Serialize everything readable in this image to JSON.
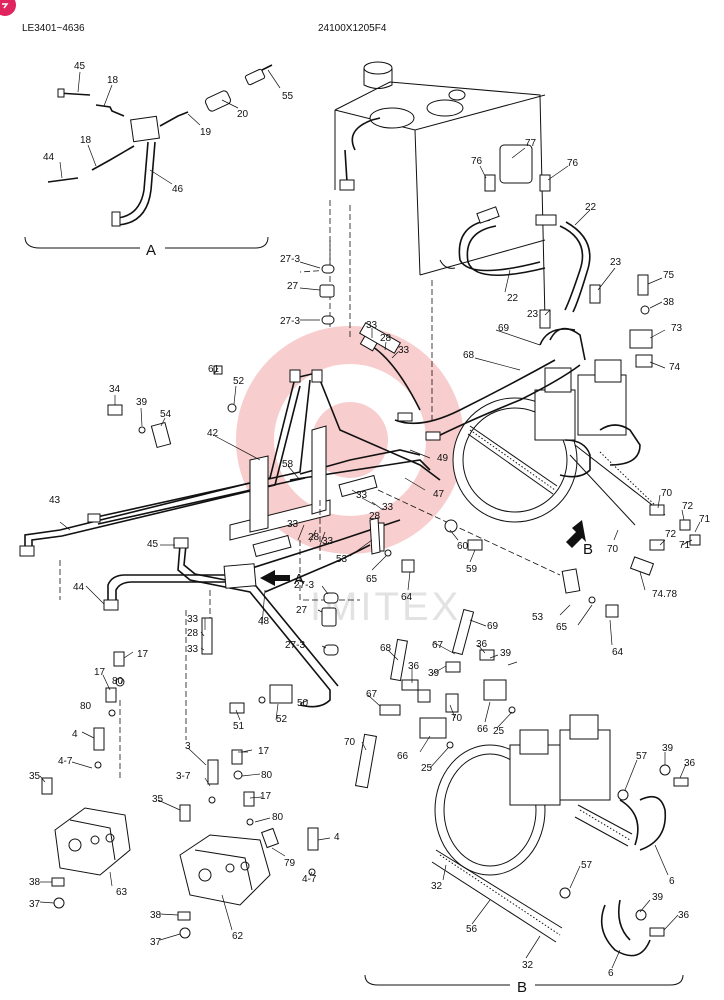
{
  "header": {
    "serial_range": "LE3401~4636",
    "drawing_number": "24100X1205F4"
  },
  "watermark": "IMITEX",
  "sections": [
    {
      "id": "A",
      "label": "A"
    },
    {
      "id": "B",
      "label": "B"
    }
  ],
  "view_arrows": [
    {
      "label": "A"
    },
    {
      "label": "B"
    }
  ],
  "callouts": [
    {
      "id": "c45a",
      "text": "45"
    },
    {
      "id": "c18a",
      "text": "18"
    },
    {
      "id": "c20",
      "text": "20"
    },
    {
      "id": "c55",
      "text": "55"
    },
    {
      "id": "c18b",
      "text": "18"
    },
    {
      "id": "c19",
      "text": "19"
    },
    {
      "id": "c44a",
      "text": "44"
    },
    {
      "id": "c46",
      "text": "46"
    },
    {
      "id": "c77",
      "text": "77"
    },
    {
      "id": "c76a",
      "text": "76"
    },
    {
      "id": "c76b",
      "text": "76"
    },
    {
      "id": "c22a",
      "text": "22"
    },
    {
      "id": "c22b",
      "text": "22"
    },
    {
      "id": "c23a",
      "text": "23"
    },
    {
      "id": "c23b",
      "text": "23"
    },
    {
      "id": "c75",
      "text": "75"
    },
    {
      "id": "c38a",
      "text": "38"
    },
    {
      "id": "c73",
      "text": "73"
    },
    {
      "id": "c74",
      "text": "74"
    },
    {
      "id": "c27-3a",
      "text": "27-3"
    },
    {
      "id": "c27a",
      "text": "27"
    },
    {
      "id": "c27-3b",
      "text": "27-3"
    },
    {
      "id": "c33a",
      "text": "33"
    },
    {
      "id": "c28a",
      "text": "28"
    },
    {
      "id": "c33b",
      "text": "33"
    },
    {
      "id": "c69a",
      "text": "69"
    },
    {
      "id": "c68a",
      "text": "68"
    },
    {
      "id": "c61",
      "text": "61"
    },
    {
      "id": "c52a",
      "text": "52"
    },
    {
      "id": "c34",
      "text": "34"
    },
    {
      "id": "c39a",
      "text": "39"
    },
    {
      "id": "c54",
      "text": "54"
    },
    {
      "id": "c42",
      "text": "42"
    },
    {
      "id": "c49",
      "text": "49"
    },
    {
      "id": "c58",
      "text": "58"
    },
    {
      "id": "c47",
      "text": "47"
    },
    {
      "id": "c33c",
      "text": "33"
    },
    {
      "id": "c28b",
      "text": "28"
    },
    {
      "id": "c33d",
      "text": "33"
    },
    {
      "id": "c70a",
      "text": "70"
    },
    {
      "id": "c72a",
      "text": "72"
    },
    {
      "id": "c71a",
      "text": "71"
    },
    {
      "id": "c72b",
      "text": "72"
    },
    {
      "id": "c71b",
      "text": "71"
    },
    {
      "id": "c70b",
      "text": "70"
    },
    {
      "id": "c43",
      "text": "43"
    },
    {
      "id": "c33e",
      "text": "33"
    },
    {
      "id": "c28c",
      "text": "28"
    },
    {
      "id": "c33f",
      "text": "33"
    },
    {
      "id": "c60",
      "text": "60"
    },
    {
      "id": "c45b",
      "text": "45"
    },
    {
      "id": "c53a",
      "text": "53"
    },
    {
      "id": "c65a",
      "text": "65"
    },
    {
      "id": "c59",
      "text": "59"
    },
    {
      "id": "c64a",
      "text": "64"
    },
    {
      "id": "c74-78",
      "text": "74.78"
    },
    {
      "id": "c44b",
      "text": "44"
    },
    {
      "id": "c27-3c",
      "text": "27-3"
    },
    {
      "id": "c27b",
      "text": "27"
    },
    {
      "id": "c27-3d",
      "text": "27-3"
    },
    {
      "id": "c53b",
      "text": "53"
    },
    {
      "id": "c65b",
      "text": "65"
    },
    {
      "id": "c64b",
      "text": "64"
    },
    {
      "id": "c33g",
      "text": "33"
    },
    {
      "id": "c28d",
      "text": "28"
    },
    {
      "id": "c33h",
      "text": "33"
    },
    {
      "id": "c48",
      "text": "48"
    },
    {
      "id": "c69b",
      "text": "69"
    },
    {
      "id": "c67a",
      "text": "67"
    },
    {
      "id": "c36a",
      "text": "36"
    },
    {
      "id": "c68b",
      "text": "68"
    },
    {
      "id": "c36b",
      "text": "36"
    },
    {
      "id": "c39b",
      "text": "39"
    },
    {
      "id": "c39c",
      "text": "39"
    },
    {
      "id": "c17a",
      "text": "17"
    },
    {
      "id": "c17b",
      "text": "17"
    },
    {
      "id": "c80a",
      "text": "80"
    },
    {
      "id": "c50",
      "text": "50"
    },
    {
      "id": "c67b",
      "text": "67"
    },
    {
      "id": "c70c",
      "text": "70"
    },
    {
      "id": "c66a",
      "text": "66"
    },
    {
      "id": "c25a",
      "text": "25"
    },
    {
      "id": "c80b",
      "text": "80"
    },
    {
      "id": "c51",
      "text": "51"
    },
    {
      "id": "c52b",
      "text": "52"
    },
    {
      "id": "c4a",
      "text": "4"
    },
    {
      "id": "c70d",
      "text": "70"
    },
    {
      "id": "c66b",
      "text": "66"
    },
    {
      "id": "c25b",
      "text": "25"
    },
    {
      "id": "c4-7a",
      "text": "4-7"
    },
    {
      "id": "c3",
      "text": "3"
    },
    {
      "id": "c17c",
      "text": "17"
    },
    {
      "id": "c35a",
      "text": "35"
    },
    {
      "id": "c3-7",
      "text": "3-7"
    },
    {
      "id": "c80c",
      "text": "80"
    },
    {
      "id": "c17d",
      "text": "17"
    },
    {
      "id": "c57a",
      "text": "57"
    },
    {
      "id": "c39d",
      "text": "39"
    },
    {
      "id": "c36c",
      "text": "36"
    },
    {
      "id": "c35b",
      "text": "35"
    },
    {
      "id": "c80d",
      "text": "80"
    },
    {
      "id": "c4b",
      "text": "4"
    },
    {
      "id": "c79",
      "text": "79"
    },
    {
      "id": "c6a",
      "text": "6"
    },
    {
      "id": "c4-7b",
      "text": "4-7"
    },
    {
      "id": "c63",
      "text": "63"
    },
    {
      "id": "c38b",
      "text": "38"
    },
    {
      "id": "c37a",
      "text": "37"
    },
    {
      "id": "c32a",
      "text": "32"
    },
    {
      "id": "c57b",
      "text": "57"
    },
    {
      "id": "c39e",
      "text": "39"
    },
    {
      "id": "c36d",
      "text": "36"
    },
    {
      "id": "c38c",
      "text": "38"
    },
    {
      "id": "c62",
      "text": "62"
    },
    {
      "id": "c37b",
      "text": "37"
    },
    {
      "id": "c56",
      "text": "56"
    },
    {
      "id": "c32b",
      "text": "32"
    },
    {
      "id": "c6b",
      "text": "6"
    }
  ]
}
